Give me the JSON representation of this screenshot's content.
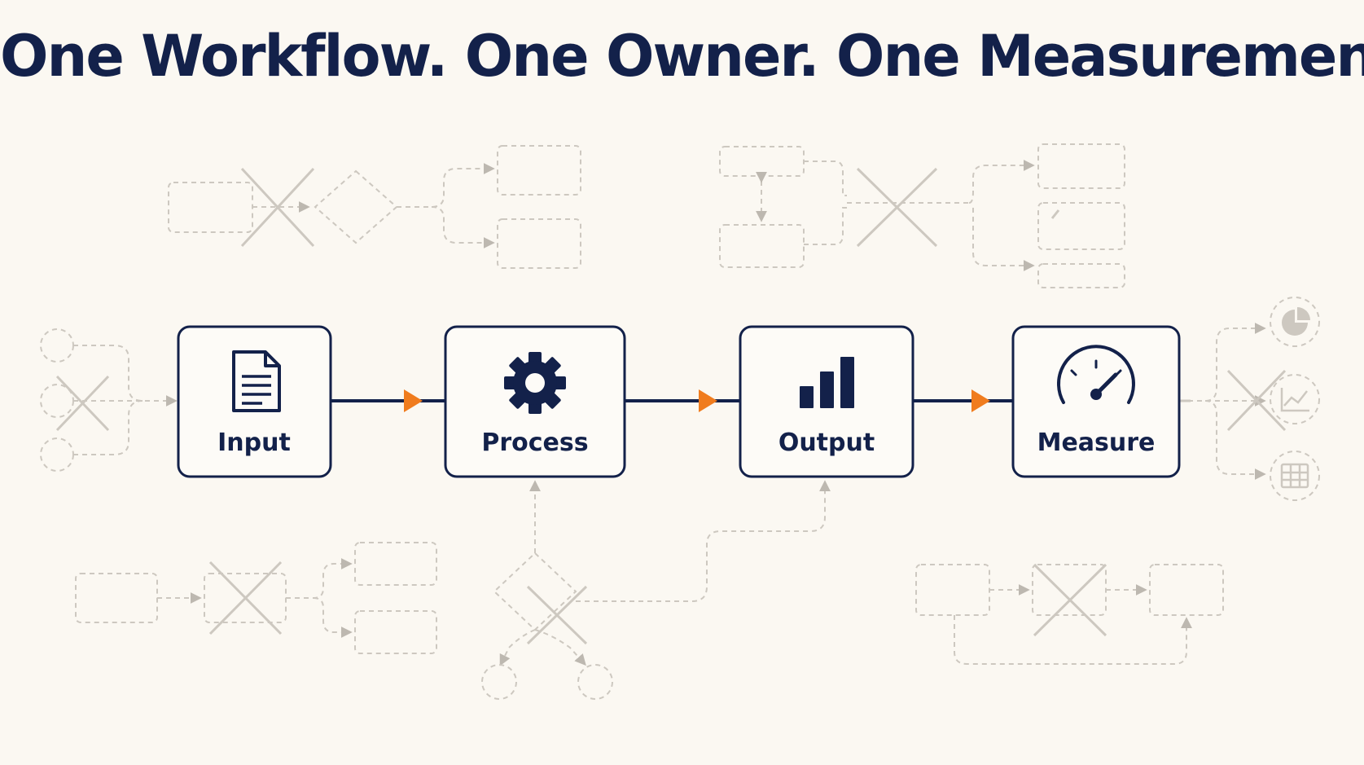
{
  "title": "One Workflow. One Owner. One Measurement.",
  "colors": {
    "background": "#fbf8f2",
    "primary": "#13214a",
    "accent_arrow": "#f07c1e",
    "ghost": "#cdc8c0"
  },
  "steps": [
    {
      "label": "Input",
      "icon": "document-icon"
    },
    {
      "label": "Process",
      "icon": "gear-icon"
    },
    {
      "label": "Output",
      "icon": "bar-chart-icon"
    },
    {
      "label": "Measure",
      "icon": "gauge-icon"
    }
  ],
  "ghost_outputs": [
    {
      "icon": "pie-chart-icon"
    },
    {
      "icon": "line-chart-icon"
    },
    {
      "icon": "table-icon"
    }
  ]
}
